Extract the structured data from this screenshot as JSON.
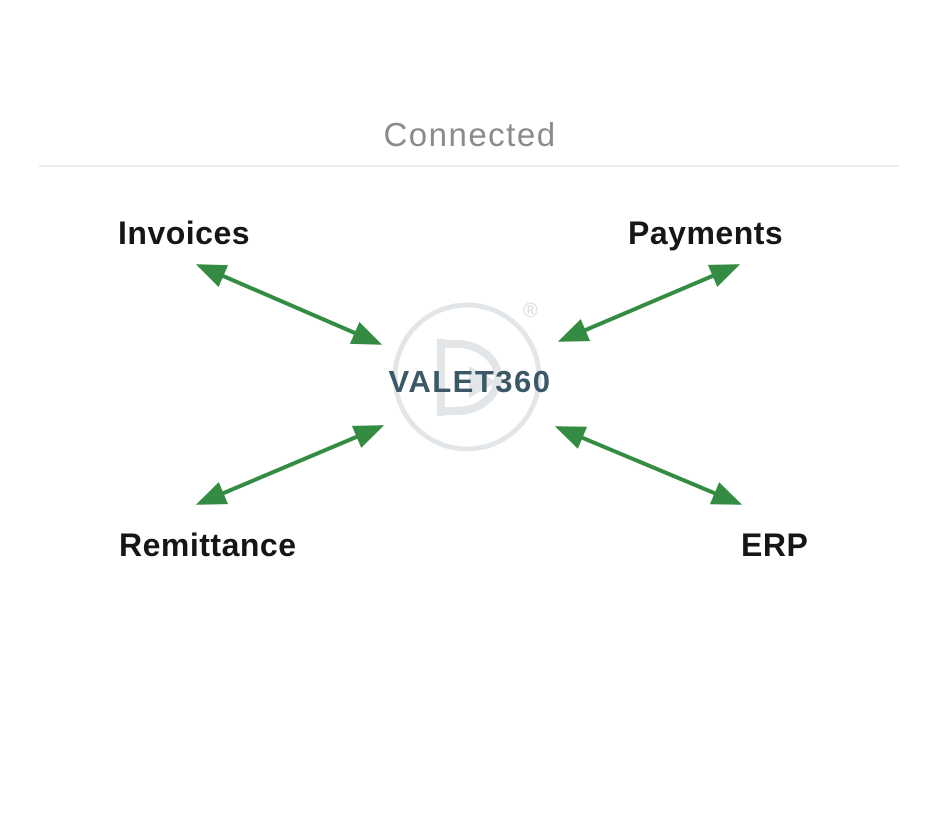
{
  "header": {
    "title": "Connected"
  },
  "center": {
    "name": "VALET360",
    "registered_mark": "®",
    "logo_letter": "D"
  },
  "nodes": [
    {
      "id": "invoices",
      "label": "Invoices"
    },
    {
      "id": "payments",
      "label": "Payments"
    },
    {
      "id": "remittance",
      "label": "Remittance"
    },
    {
      "id": "erp",
      "label": "ERP"
    }
  ],
  "connections": [
    {
      "from": "invoices",
      "to": "center",
      "direction": "bidirectional"
    },
    {
      "from": "payments",
      "to": "center",
      "direction": "bidirectional"
    },
    {
      "from": "remittance",
      "to": "center",
      "direction": "bidirectional"
    },
    {
      "from": "erp",
      "to": "center",
      "direction": "bidirectional"
    }
  ],
  "colors": {
    "arrow-green": "#348c42",
    "title-gray": "#8b8b8b",
    "label-black": "#161616",
    "brand-slate": "#3b5866",
    "watermark-gray": "#e3e6e9",
    "registered-gray": "#d9dcdf",
    "divider-gray": "#ececec",
    "bg": "#ffffff"
  }
}
